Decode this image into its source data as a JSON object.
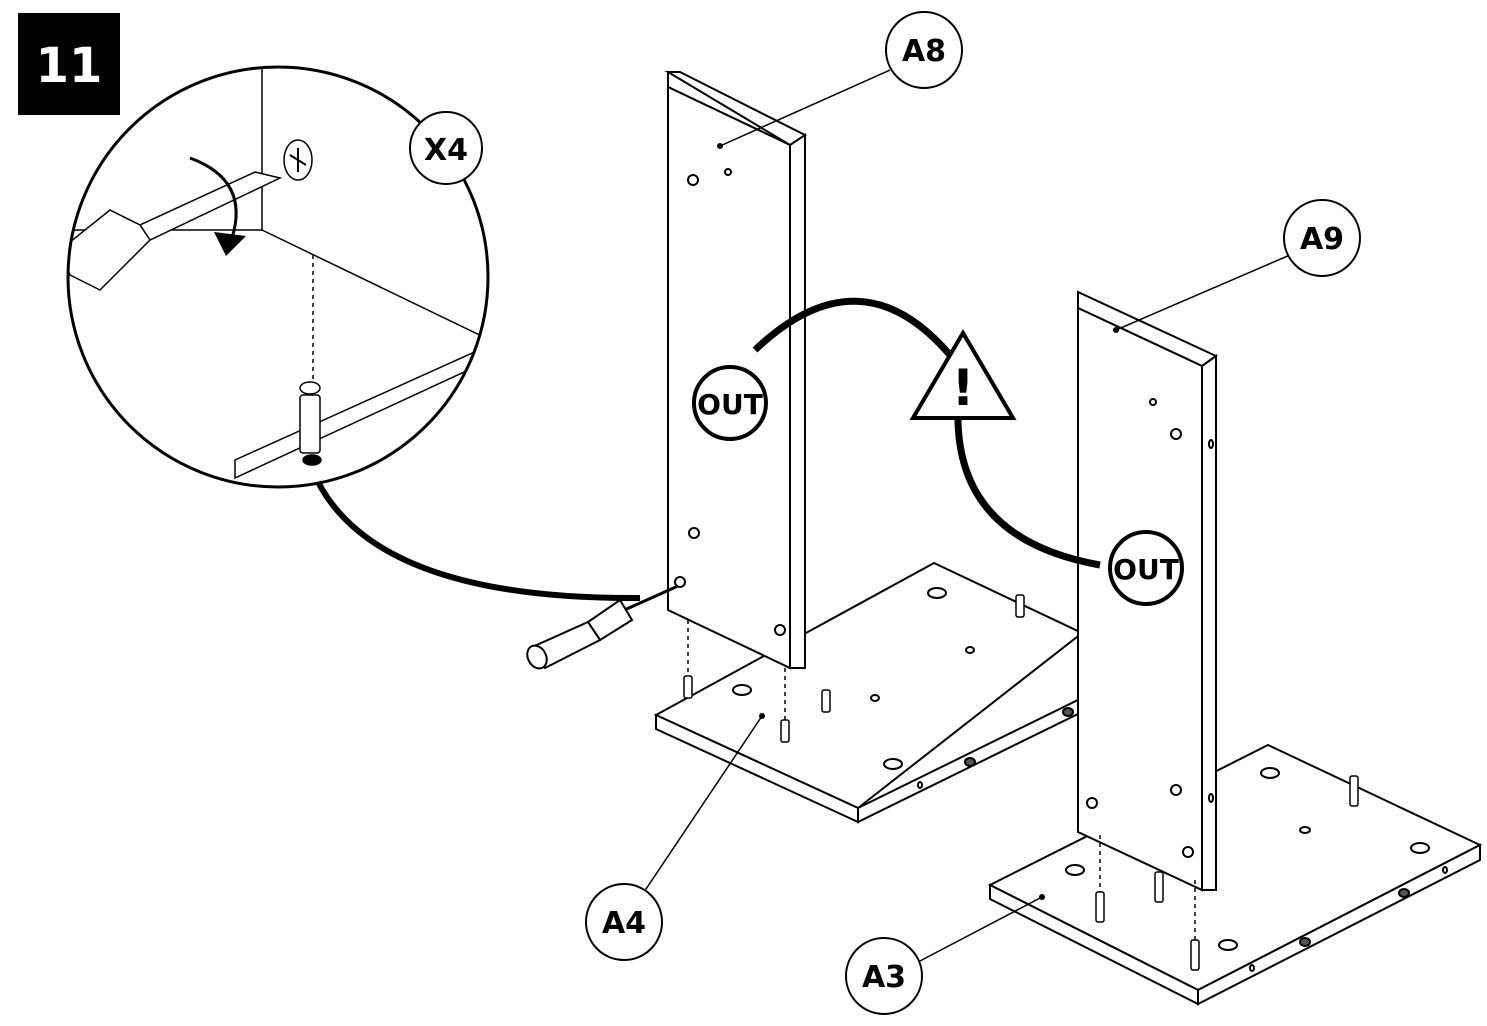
{
  "step": {
    "number": "11"
  },
  "detail": {
    "quantity": "X4"
  },
  "parts": {
    "a8": "A8",
    "a9": "A9",
    "a4": "A4",
    "a3": "A3"
  },
  "orientation": {
    "left_out": "OUT",
    "right_out": "OUT",
    "warning_symbol": "!"
  },
  "icons": [
    "warning-triangle-icon",
    "screwdriver-icon",
    "cam-lock-icon",
    "dowel-icon"
  ],
  "colors": {
    "ink": "#000000",
    "paper": "#ffffff"
  }
}
